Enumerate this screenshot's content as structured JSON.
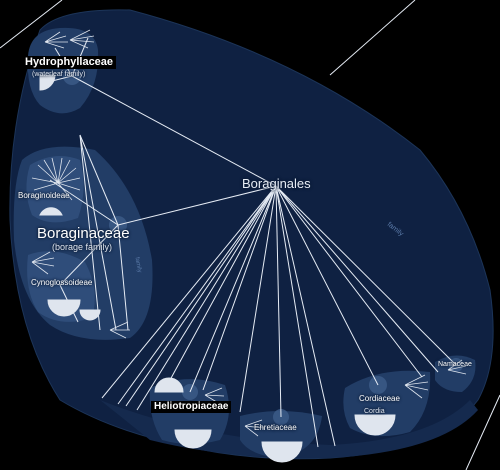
{
  "colors": {
    "background": "#000000",
    "outer_region": "#0f2142",
    "inner_region": "#223d66",
    "subregion": "#2f4d7a",
    "branch_line": "#e6ecf5",
    "fan": "#dfe5ee",
    "label": "#ffffff",
    "highlight_bg": "#000000"
  },
  "tree": {
    "root": {
      "label": "Boraginales"
    },
    "region_label": "family",
    "families": [
      {
        "label": "Hydrophyllaceae",
        "common_name": "(waterleaf family)",
        "highlighted": true
      },
      {
        "label": "Boraginaceae",
        "common_name": "(borage family)",
        "highlighted": false,
        "subgroups": [
          "Boraginoideae",
          "Cynoglossoideae"
        ]
      },
      {
        "label": "Heliotropiaceae",
        "highlighted": true
      },
      {
        "label": "Ehretiaceae",
        "highlighted": false
      },
      {
        "label": "Cordiaceae",
        "highlighted": false,
        "genus": "Cordia"
      },
      {
        "label": "Namaceae",
        "highlighted": false
      }
    ],
    "subregion_labels": [
      "family",
      "family"
    ]
  }
}
